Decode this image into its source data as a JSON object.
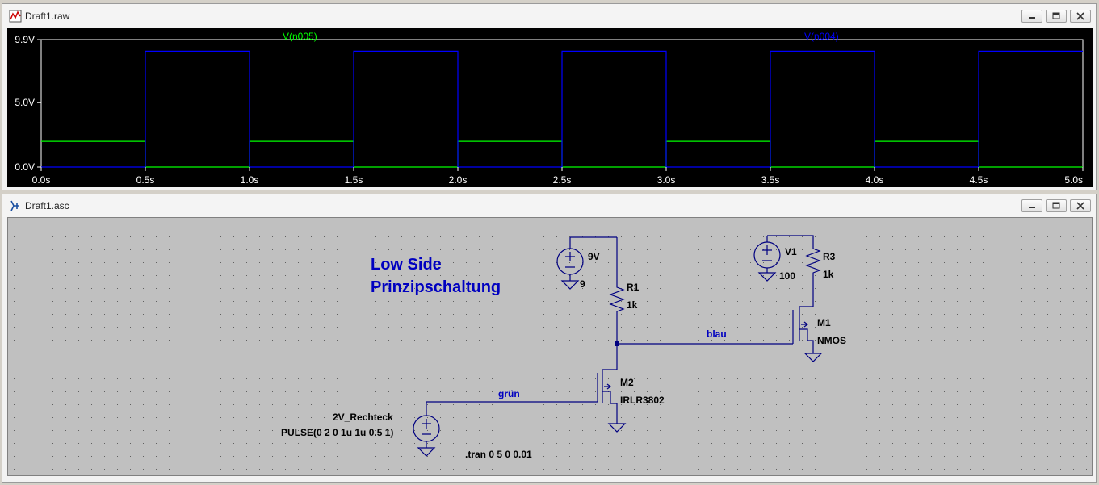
{
  "waveform_window": {
    "title": "Draft1.raw",
    "trace_labels": [
      {
        "name": "V(n005)",
        "color": "#00ff00"
      },
      {
        "name": "V(n004)",
        "color": "#0000ff"
      }
    ],
    "y_ticks": [
      "9.9V",
      "5.0V",
      "0.0V"
    ],
    "x_ticks": [
      "0.0s",
      "0.5s",
      "1.0s",
      "1.5s",
      "2.0s",
      "2.5s",
      "3.0s",
      "3.5s",
      "4.0s",
      "4.5s",
      "5.0s"
    ]
  },
  "chart_data": {
    "type": "line",
    "x_range": [
      0,
      5
    ],
    "y_range": [
      0,
      9.9
    ],
    "xlabel": "",
    "ylabel": "",
    "grid": false,
    "series": [
      {
        "name": "V(n005)",
        "color": "#00ff00",
        "x": [
          0,
          0.5,
          0.5,
          1.0,
          1.0,
          1.5,
          1.5,
          2.0,
          2.0,
          2.5,
          2.5,
          3.0,
          3.0,
          3.5,
          3.5,
          4.0,
          4.0,
          4.5,
          4.5,
          5.0
        ],
        "y": [
          2,
          2,
          0,
          0,
          2,
          2,
          0,
          0,
          2,
          2,
          0,
          0,
          2,
          2,
          0,
          0,
          2,
          2,
          0,
          0
        ]
      },
      {
        "name": "V(n004)",
        "color": "#0000ff",
        "x": [
          0,
          0.5,
          0.5,
          1.0,
          1.0,
          1.5,
          1.5,
          2.0,
          2.0,
          2.5,
          2.5,
          3.0,
          3.0,
          3.5,
          3.5,
          4.0,
          4.0,
          4.5,
          4.5,
          5.0
        ],
        "y": [
          0,
          0,
          9,
          9,
          0,
          0,
          9,
          9,
          0,
          0,
          9,
          9,
          0,
          0,
          9,
          9,
          0,
          0,
          9,
          9
        ]
      }
    ]
  },
  "schematic_window": {
    "title": "Draft1.asc",
    "heading_line1": "Low Side",
    "heading_line2": "Prinzipschaltung",
    "v9_name": "9V",
    "v9_value": "9",
    "r1_name": "R1",
    "r1_value": "1k",
    "v1_name": "V1",
    "v1_value": "100",
    "r3_name": "R3",
    "r3_value": "1k",
    "m1_name": "M1",
    "m1_model": "NMOS",
    "m2_name": "M2",
    "m2_model": "IRLR3802",
    "net_blau": "blau",
    "net_gruen": "grün",
    "src_name": "2V_Rechteck",
    "src_value": "PULSE(0 2 0 1u 1u 0.5 1)",
    "directive": ".tran 0 5 0 0.01"
  },
  "colors": {
    "plot_bg": "#000000",
    "axis": "#ffffff",
    "wire": "#000080",
    "label_blue": "#0000c0",
    "schematic_bg": "#c0c0c0"
  }
}
